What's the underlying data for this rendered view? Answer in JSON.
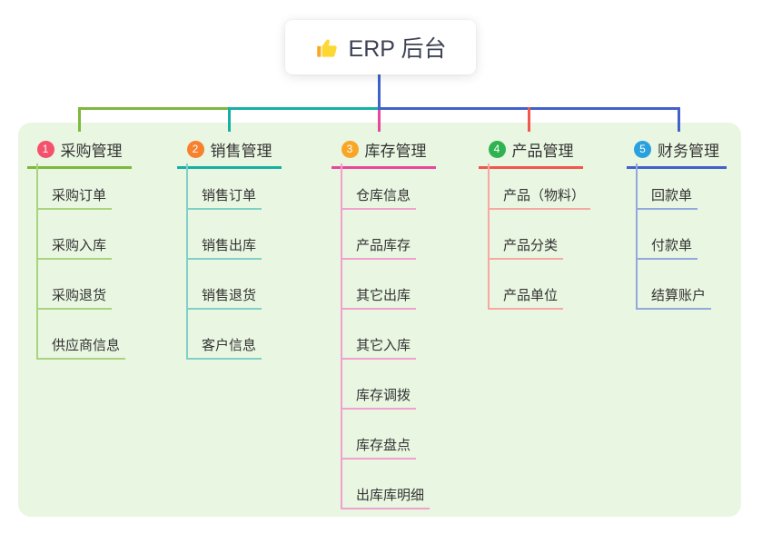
{
  "root": {
    "label": "ERP 后台",
    "icon": "thumbs-up"
  },
  "branches": [
    {
      "num": "1",
      "label": "采购管理",
      "line_color": "#7cb93f",
      "badge_color": "#f4516c",
      "children": [
        "采购订单",
        "采购入库",
        "采购退货",
        "供应商信息"
      ]
    },
    {
      "num": "2",
      "label": "销售管理",
      "line_color": "#17b0a5",
      "badge_color": "#f7812e",
      "children": [
        "销售订单",
        "销售出库",
        "销售退货",
        "客户信息"
      ]
    },
    {
      "num": "3",
      "label": "库存管理",
      "line_color": "#e8479b",
      "badge_color": "#f9a627",
      "children": [
        "仓库信息",
        "产品库存",
        "其它出库",
        "其它入库",
        "库存调拨",
        "库存盘点",
        "出库库明细"
      ]
    },
    {
      "num": "4",
      "label": "产品管理",
      "line_color": "#f2564d",
      "badge_color": "#2eb350",
      "children": [
        "产品（物料）",
        "产品分类",
        "产品单位"
      ]
    },
    {
      "num": "5",
      "label": "财务管理",
      "line_color": "#4161cb",
      "badge_color": "#2aa1de",
      "children": [
        "回款单",
        "付款单",
        "结算账户"
      ]
    }
  ],
  "colors": {
    "panel_background": "#e9f6e1",
    "page_background": "#ffffff",
    "root_stem": "#4161cb",
    "text": "#333333"
  }
}
